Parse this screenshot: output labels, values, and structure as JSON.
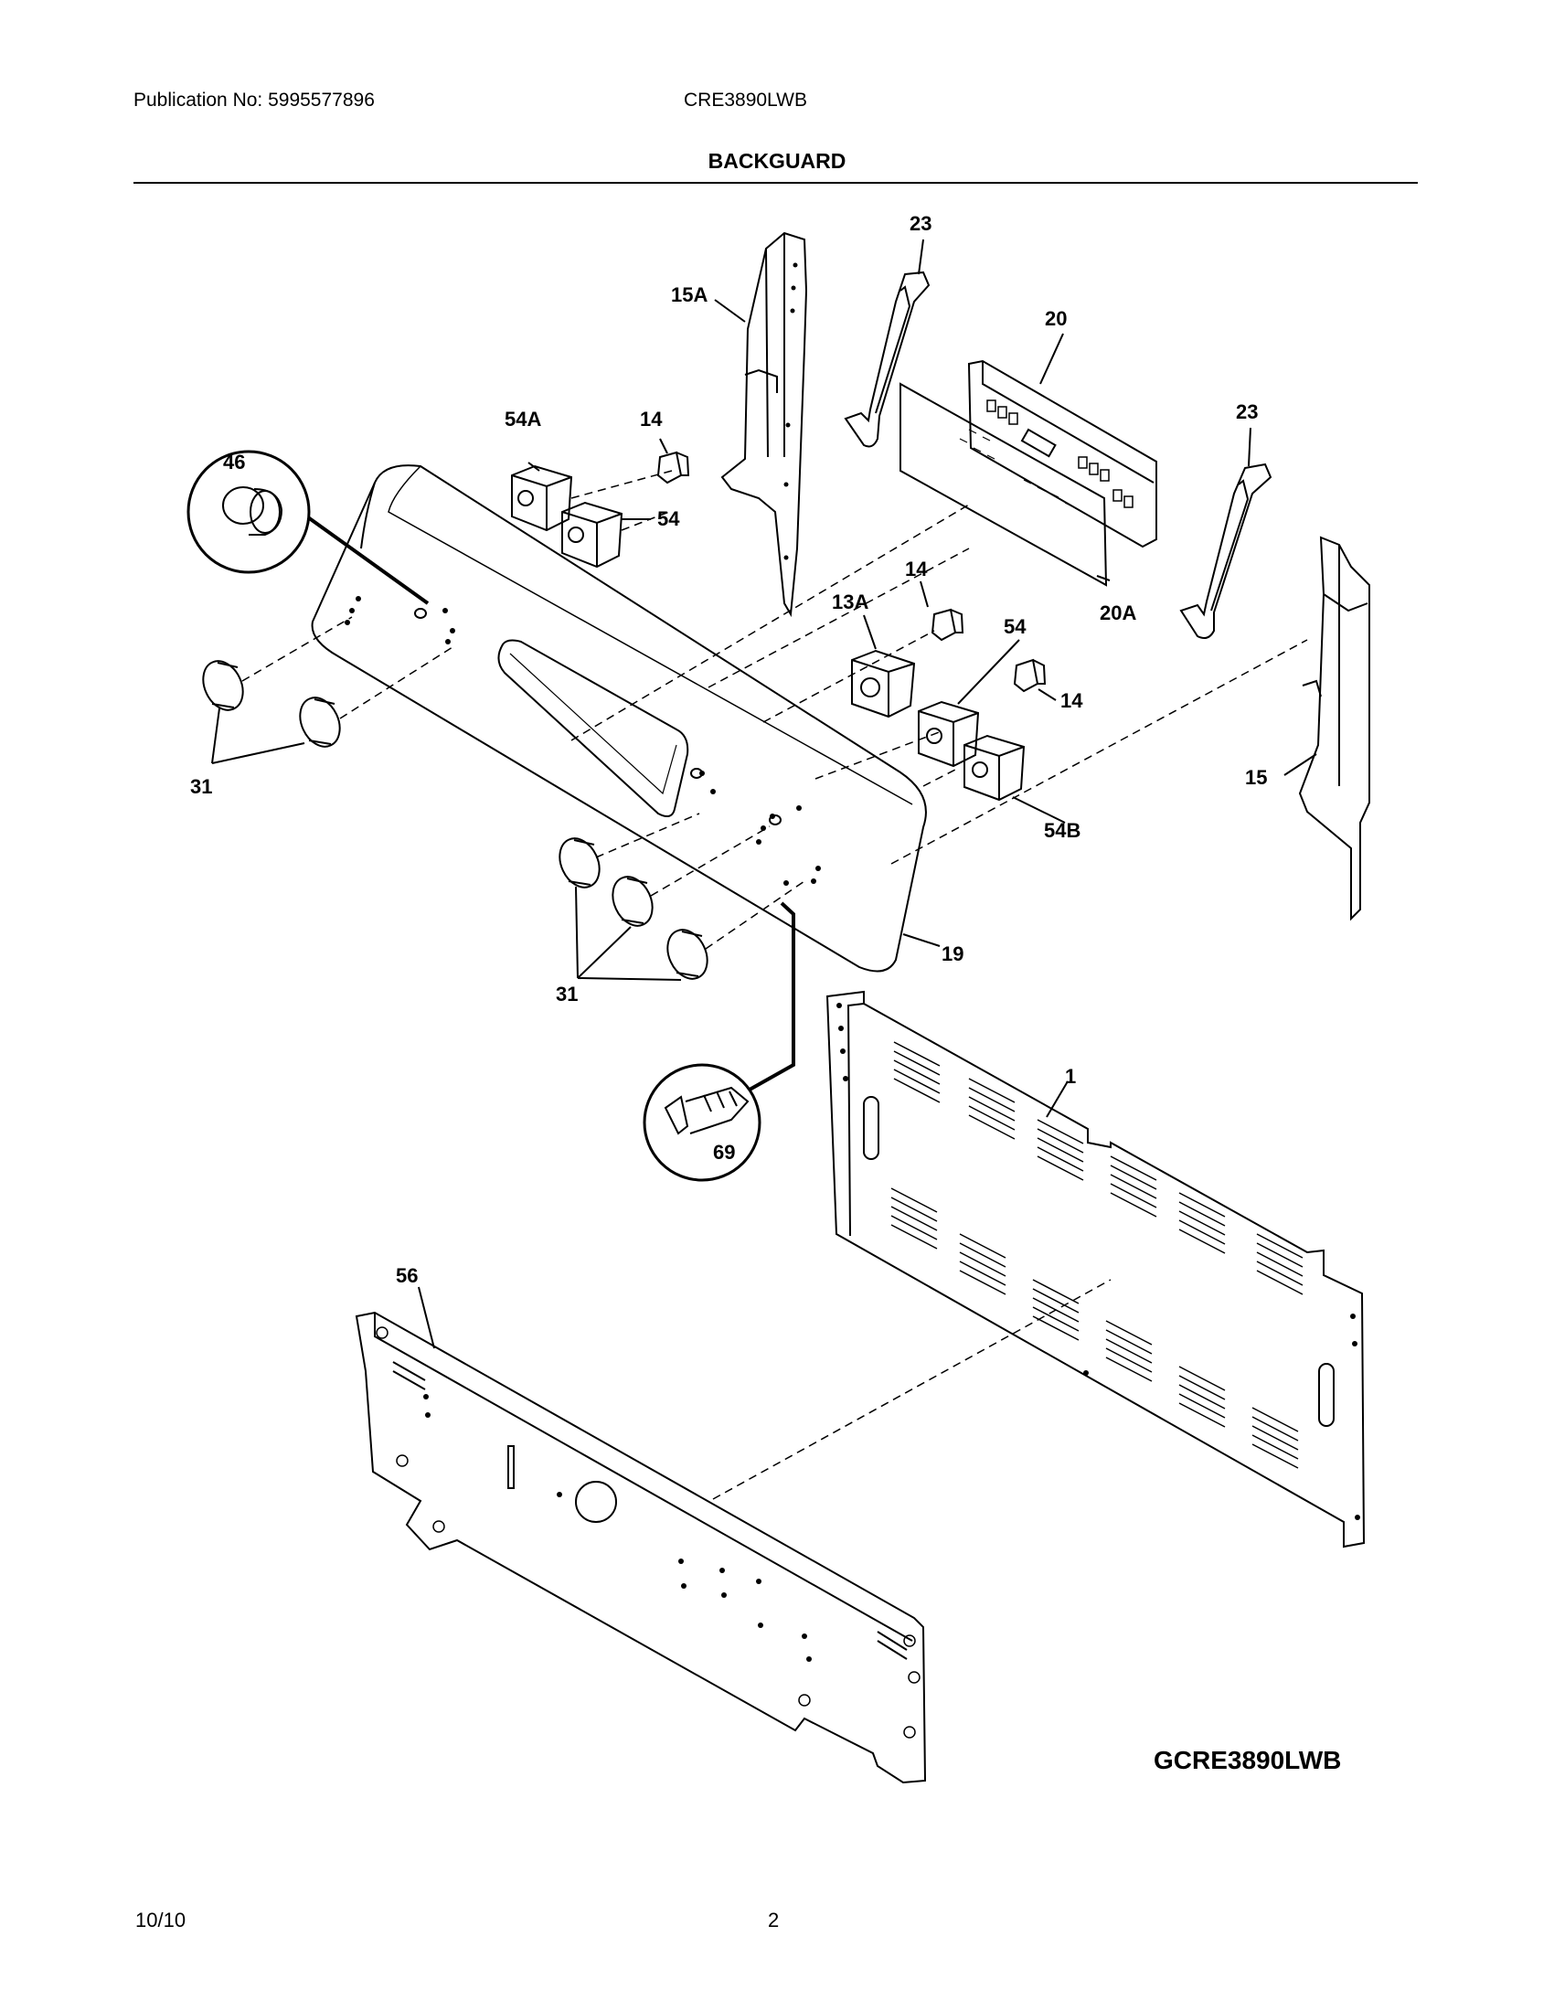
{
  "header": {
    "publication": "Publication No: 5995577896",
    "model": "CRE3890LWB",
    "section_title": "BACKGUARD"
  },
  "diagram": {
    "code": "GCRE3890LWB",
    "callouts": {
      "c23a": "23",
      "c15A": "15A",
      "c20": "20",
      "c23b": "23",
      "c54A": "54A",
      "c14a": "14",
      "c46": "46",
      "c54a": "54",
      "c14b": "14",
      "c13A": "13A",
      "c54b": "54",
      "c20A": "20A",
      "c14c": "14",
      "c31a": "31",
      "c15": "15",
      "c54B": "54B",
      "c19": "19",
      "c31b": "31",
      "c1": "1",
      "c69": "69",
      "c56": "56"
    }
  },
  "footer": {
    "date": "10/10",
    "page": "2"
  }
}
